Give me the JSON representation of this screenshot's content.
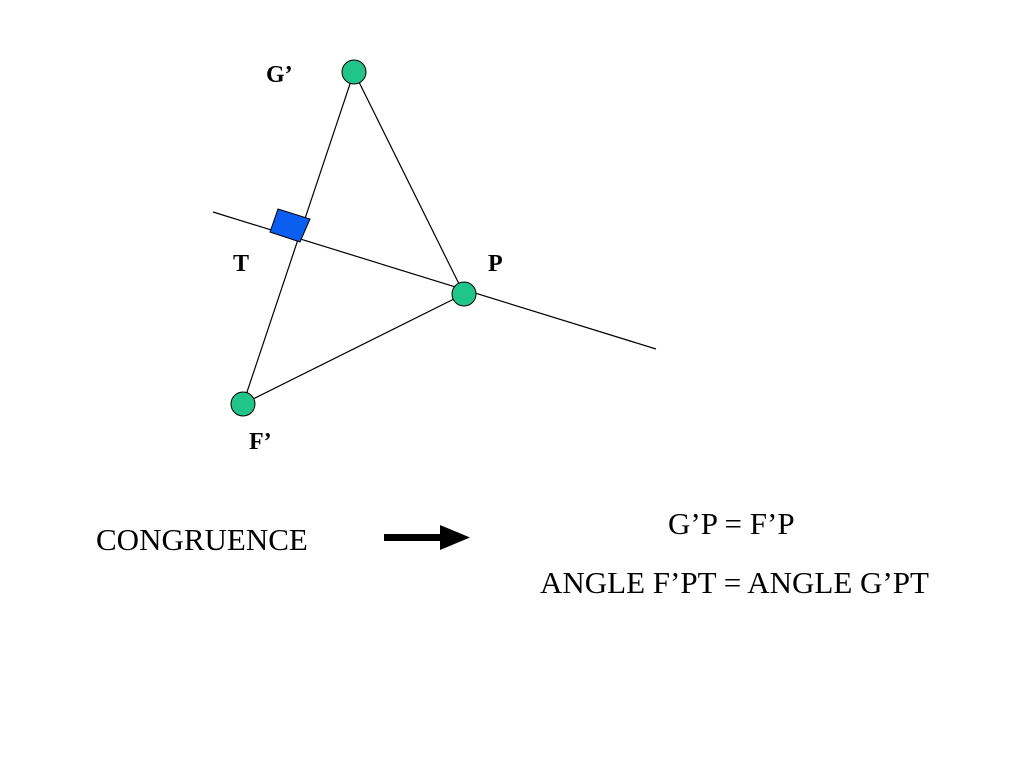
{
  "diagram": {
    "points": {
      "g_prime": "G’",
      "t": "T",
      "p": "P",
      "f_prime": "F’"
    },
    "colors": {
      "point_fill": "#21c48b",
      "right_angle_marker": "#0a5ff0",
      "line": "#000000"
    }
  },
  "statement": {
    "premise": "CONGRUENCE",
    "arrow_icon": "right-arrow-icon",
    "conclusions": [
      "G’P = F’P",
      "ANGLE F’PT = ANGLE G’PT"
    ]
  }
}
